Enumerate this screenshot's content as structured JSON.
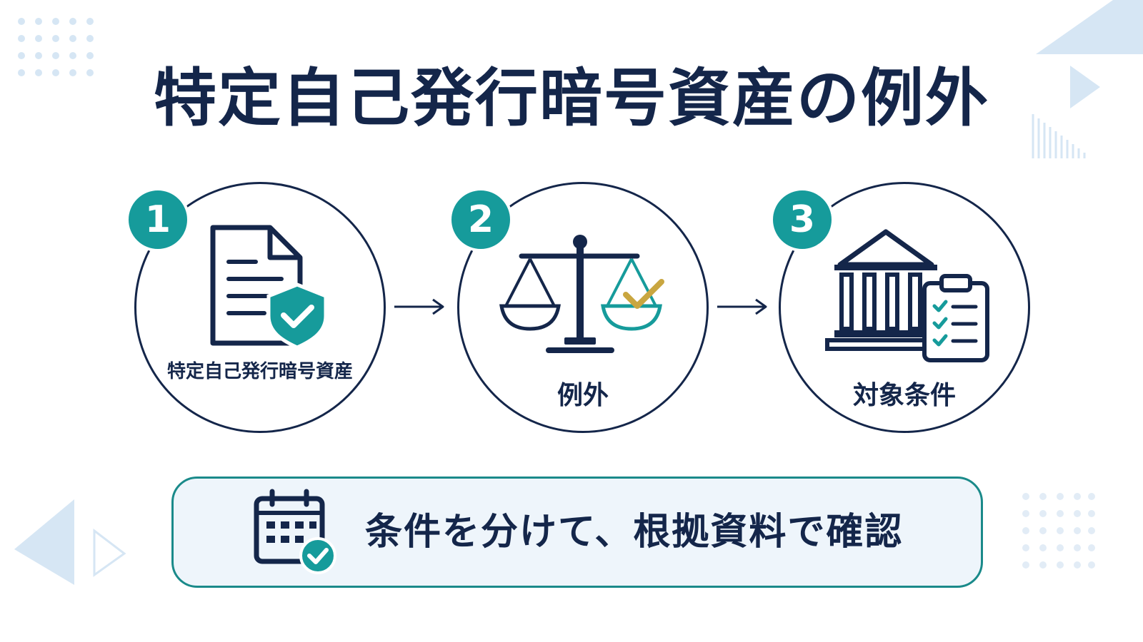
{
  "title": "特定自己発行暗号資産の例外",
  "steps": [
    {
      "number": "1",
      "label": "特定自己発行暗号資産",
      "icon": "document-shield-check-icon"
    },
    {
      "number": "2",
      "label": "例外",
      "icon": "balance-scale-check-icon"
    },
    {
      "number": "3",
      "label": "対象条件",
      "icon": "bank-clipboard-icon"
    }
  ],
  "note": {
    "text": "条件を分けて、根拠資料で確認",
    "icon": "calendar-check-icon"
  },
  "colors": {
    "navy": "#14264a",
    "teal": "#169b9b",
    "gold": "#c9a640",
    "light_blue": "#d6e6f4"
  }
}
